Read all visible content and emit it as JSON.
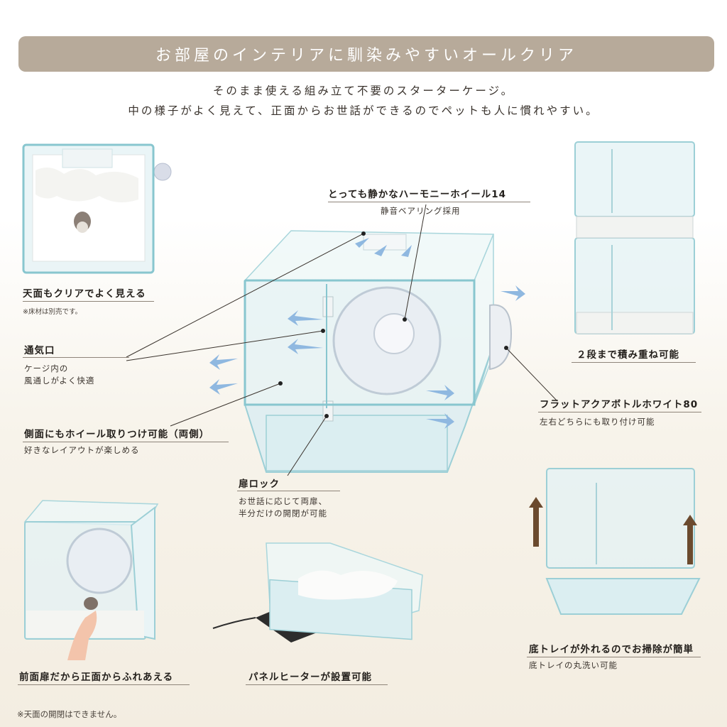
{
  "banner": {
    "title": "お部屋のインテリアに馴染みやすいオールクリア"
  },
  "intro": {
    "line1": "そのまま使える組み立て不要のスターターケージ。",
    "line2": "中の様子がよく見えて、正面からお世話ができるのでペットも人に慣れやすい。"
  },
  "features": {
    "top_clear": {
      "title": "天面もクリアでよく見える",
      "note": "※床材は別売です。"
    },
    "vent": {
      "title": "通気口",
      "desc1": "ケージ内の",
      "desc2": "風通しがよく快適"
    },
    "side_wheel": {
      "title": "側面にもホイール取りつけ可能（両側）",
      "desc": "好きなレイアウトが楽しめる"
    },
    "door_lock": {
      "title": "扉ロック",
      "desc1": "お世話に応じて両扉、",
      "desc2": "半分だけの開閉が可能"
    },
    "wheel": {
      "title": "とっても静かなハーモニーホイール14",
      "desc": "静音ベアリング採用"
    },
    "bottle": {
      "title": "フラットアクアボトルホワイト80",
      "desc": "左右どちらにも取り付け可能"
    },
    "stack": {
      "title": "２段まで積み重ね可能"
    },
    "tray": {
      "title": "底トレイが外れるのでお掃除が簡単",
      "desc": "底トレイの丸洗い可能"
    },
    "front_door": {
      "title": "前面扉だから正面からふれあえる"
    },
    "heater": {
      "title": "パネルヒーターが設置可能"
    }
  },
  "footnote": "※天面の開閉はできません。",
  "colors": {
    "banner": "#b7aa9a",
    "glass_edge": "#88c6cf",
    "arrow": "#8fb8e0",
    "lift_arrow": "#6b4a2e"
  }
}
